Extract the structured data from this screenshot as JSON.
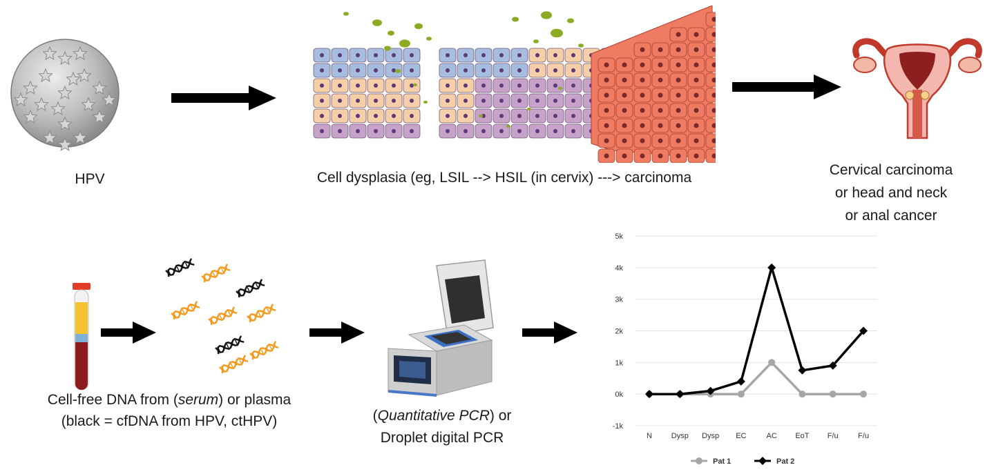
{
  "top_row": {
    "hpv_caption": "HPV",
    "dysplasia_caption": "Cell dysplasia (eg, LSIL --> HSIL (in cervix)  ---> carcinoma",
    "cancer_caption_lines": [
      "Cervical carcinoma",
      "or head and neck",
      "or anal cancer"
    ]
  },
  "bottom_row": {
    "sample_caption_line1_pre": "Cell-free DNA from (",
    "sample_caption_line1_em": "serum",
    "sample_caption_line1_post": ") or plasma",
    "sample_caption_line2": "(black = cfDNA from HPV, ctHPV)",
    "pcr_caption_line1_pre": "(",
    "pcr_caption_line1_em": "Quantitative PCR",
    "pcr_caption_line1_post": ") or",
    "pcr_caption_line2": "Droplet digital PCR"
  },
  "colors": {
    "arrow": "#000000",
    "pat1": "#a6a6a6",
    "pat2": "#000000",
    "dna_black": "#111111",
    "dna_orange": "#f39a1e",
    "cell_blue": "#a7bde0",
    "cell_peach": "#f6cfa8",
    "cell_purple": "#c7a3c9",
    "cell_red": "#ee7b62",
    "particle_green": "#8aab22"
  },
  "chart_data": {
    "type": "line",
    "categories": [
      "N",
      "Dysp",
      "Dysp",
      "EC",
      "AC",
      "EoT",
      "F/u",
      "F/u"
    ],
    "y_ticks": [
      "5k",
      "4k",
      "3k",
      "2k",
      "1k",
      "0k",
      "-1k"
    ],
    "ylim": [
      -1000,
      5000
    ],
    "grid": true,
    "legend_position": "bottom",
    "series": [
      {
        "name": "Pat 1",
        "values": [
          0,
          0,
          0,
          0,
          1000,
          0,
          0,
          0
        ]
      },
      {
        "name": "Pat 2",
        "values": [
          0,
          0,
          100,
          400,
          4000,
          750,
          900,
          2000
        ]
      }
    ]
  }
}
